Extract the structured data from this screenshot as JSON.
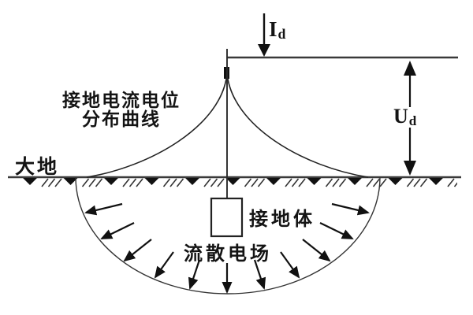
{
  "diagram": {
    "type": "grounding-electrode-potential-diagram",
    "labels": {
      "curve_line1": "接地电流电位",
      "curve_line2": "分布曲线",
      "earth": "大地",
      "electrode": "接地体",
      "field": "流散电场",
      "current_symbol": "I",
      "current_subscript": "d",
      "voltage_symbol": "U",
      "voltage_subscript": "d"
    },
    "colors": {
      "ink": "#141414",
      "line": "#3a3a3a",
      "background": "#ffffff"
    },
    "field_arrow_count": 11
  }
}
